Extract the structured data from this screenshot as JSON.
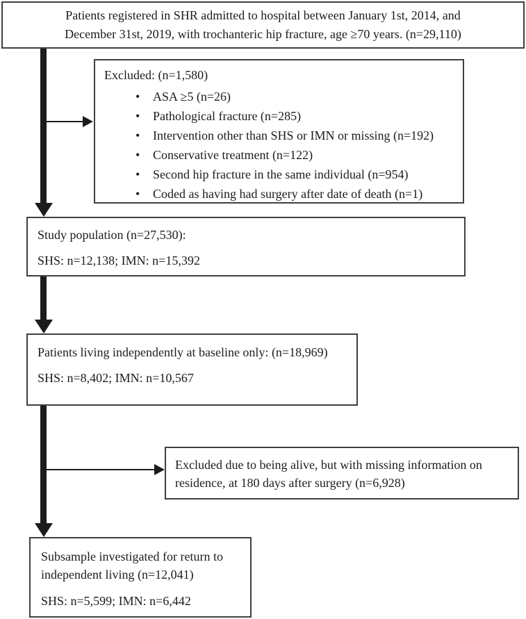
{
  "colors": {
    "background": "#ffffff",
    "box_border": "#3f3f3f",
    "text": "#1c1c1c",
    "arrow": "#1c1c1c"
  },
  "boxes": {
    "registered": {
      "lines": [
        "Patients registered in SHR admitted to hospital between January 1st, 2014, and",
        "December 31st, 2019, with trochanteric hip fracture, age ≥70 years. (n=29,110)"
      ]
    },
    "excluded1": {
      "title": "Excluded: (n=1,580)",
      "items": [
        "ASA ≥5 (n=26)",
        "Pathological fracture (n=285)",
        "Intervention other than SHS or IMN or missing (n=192)",
        "Conservative treatment (n=122)",
        "Second hip fracture in the same individual (n=954)",
        "Coded as having had surgery after date of death (n=1)"
      ]
    },
    "study_population": {
      "line1": "Study population (n=27,530):",
      "line2": "SHS: n=12,138; IMN: n=15,392"
    },
    "independent_baseline": {
      "line1": "Patients living independently at baseline only: (n=18,969)",
      "line2": "SHS: n=8,402; IMN: n=10,567"
    },
    "excluded2": {
      "lines": [
        "Excluded due to being alive, but with missing information on",
        "residence, at 180 days after surgery (n=6,928)"
      ]
    },
    "subsample": {
      "lines": [
        "Subsample investigated for return to",
        "independent living (n=12,041)"
      ],
      "line2": "SHS: n=5,599; IMN: n=6,442"
    }
  }
}
